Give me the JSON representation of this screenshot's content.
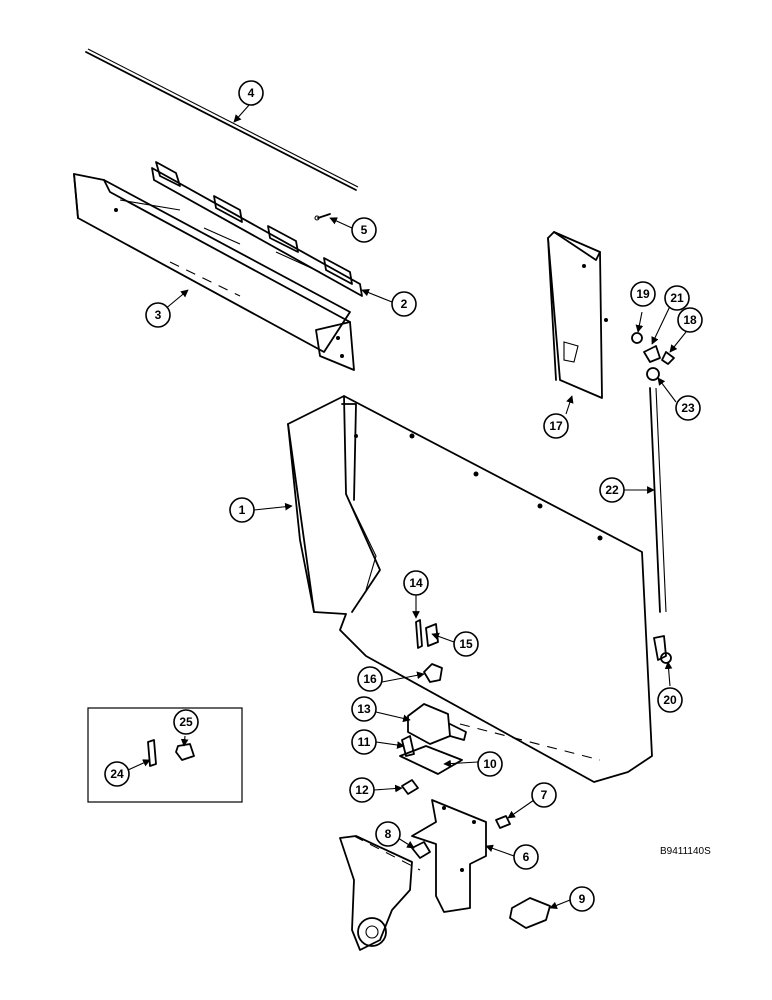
{
  "drawing_code": "B9411140S",
  "callouts": {
    "c1": "1",
    "c2": "2",
    "c3": "3",
    "c4": "4",
    "c5": "5",
    "c6": "6",
    "c7": "7",
    "c8": "8",
    "c9": "9",
    "c10": "10",
    "c11": "11",
    "c12": "12",
    "c13": "13",
    "c14": "14",
    "c15": "15",
    "c16": "16",
    "c17": "17",
    "c18": "18",
    "c19": "19",
    "c20": "20",
    "c21": "21",
    "c22": "22",
    "c23": "23",
    "c24": "24",
    "c25": "25"
  }
}
